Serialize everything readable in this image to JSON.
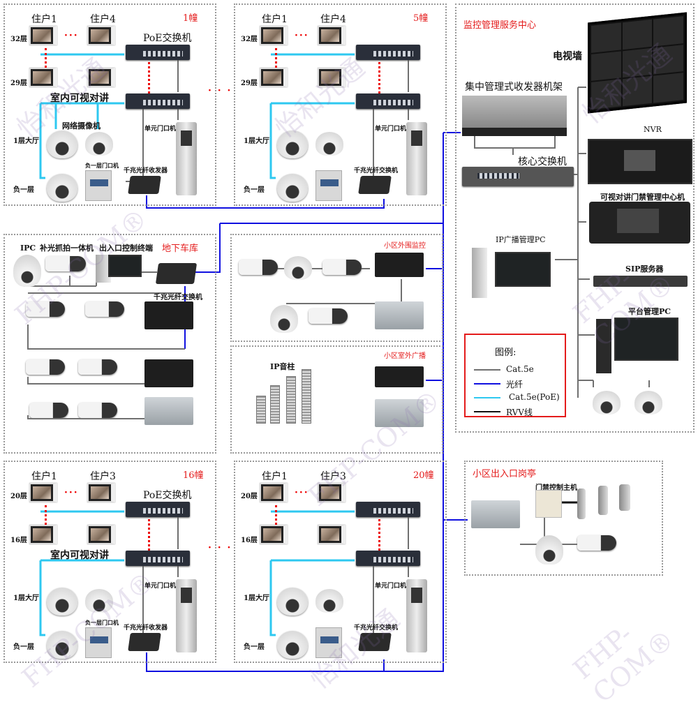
{
  "buildings": [
    {
      "title": "1幢",
      "user_a": "住户1",
      "user_b": "住户4",
      "floor_top": "32层",
      "floor_low": "29层",
      "switch_label": "PoE交换机",
      "intercom_label": "室内可视对讲",
      "camera_label": "网络摄像机",
      "lobby": "1层大厅",
      "basement": "负一层",
      "basement_door_label": "负一层门口机",
      "unit_door_label": "单元门口机",
      "fiber_label": "千兆光纤收发器"
    },
    {
      "title": "5幢",
      "user_a": "住户1",
      "user_b": "住户4",
      "floor_top": "32层",
      "floor_low": "29层",
      "switch_label": "",
      "intercom_label": "",
      "camera_label": "",
      "lobby": "1层大厅",
      "basement": "负一层",
      "basement_door_label": "",
      "unit_door_label": "单元门口机",
      "fiber_label": "千兆光纤交换机"
    },
    {
      "title": "16幢",
      "user_a": "住户1",
      "user_b": "住户3",
      "floor_top": "20层",
      "floor_low": "16层",
      "switch_label": "PoE交换机",
      "intercom_label": "室内可视对讲",
      "camera_label": "",
      "lobby": "1层大厅",
      "basement": "负一层",
      "basement_door_label": "负一层门口机",
      "unit_door_label": "单元门口机",
      "fiber_label": "千兆光纤收发器"
    },
    {
      "title": "20幢",
      "user_a": "住户1",
      "user_b": "住户3",
      "floor_top": "20层",
      "floor_low": "16层",
      "switch_label": "",
      "intercom_label": "",
      "camera_label": "",
      "lobby": "1层大厅",
      "basement": "负一层",
      "basement_door_label": "",
      "unit_door_label": "单元门口机",
      "fiber_label": "千兆光纤交换机"
    }
  ],
  "garage": {
    "title": "地下车库",
    "ipc": "IPC",
    "lpr": "补光抓拍一体机",
    "terminal": "出入口控制终端",
    "fiber_switch": "千兆光纤交换机"
  },
  "perimeter": {
    "title": "小区外围监控"
  },
  "broadcast": {
    "title": "小区室外广播",
    "speaker": "IP音柱"
  },
  "center": {
    "title": "监控管理服务中心",
    "video_wall": "电视墙",
    "rack": "集中管理式收发器机架",
    "core_switch": "核心交换机",
    "nvr": "NVR",
    "intercom_center": "可视对讲门禁管理中心机",
    "broadcast_pc": "IP广播管理PC",
    "sip": "SIP服务器",
    "platform_pc": "平台管理PC"
  },
  "gate": {
    "title": "小区出入口岗亭",
    "controller": "门禁控制主机"
  },
  "legend": {
    "title": "图例:",
    "items": [
      {
        "label": "Cat.5e",
        "color": "#707070"
      },
      {
        "label": "光纤",
        "color": "#1010e0"
      },
      {
        "label": "Cat.5e(PoE)",
        "color": "#2ec8f0"
      },
      {
        "label": "RVV线",
        "color": "#111111"
      }
    ]
  },
  "ellipsis": "· · ·",
  "watermark": [
    "怡和光通",
    "FHP-COM®"
  ]
}
